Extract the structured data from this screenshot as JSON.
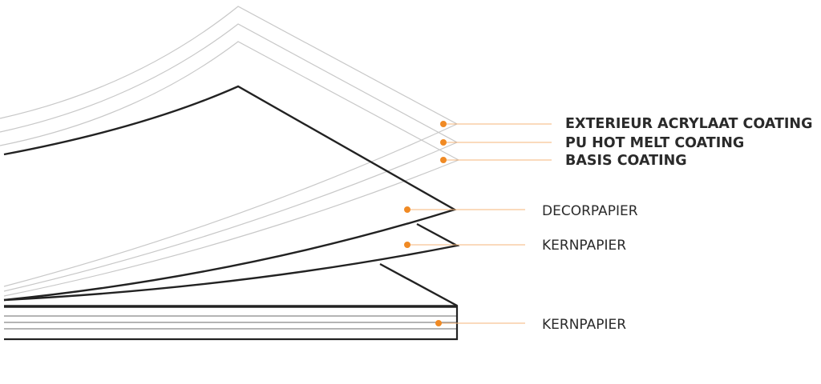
{
  "labels": {
    "exterior": "EXTERIEUR ACRYLAAT COATING",
    "pu": "PU HOT MELT COATING",
    "basis": "BASIS COATING",
    "decor": "DECORPAPIER",
    "kern1": "KERNPAPIER",
    "kern2": "KERNPAPIER"
  },
  "colors": {
    "accent": "#f08a24",
    "line": "#222222",
    "light": "#c8c8c8"
  }
}
